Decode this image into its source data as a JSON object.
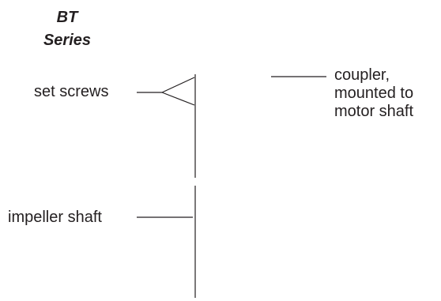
{
  "title": {
    "line1": "BT",
    "line2": "Series"
  },
  "labels": {
    "set_screws": "set screws",
    "coupler": {
      "line1": "coupler,",
      "line2": "mounted to",
      "line3": "motor shaft"
    },
    "impeller_shaft": "impeller shaft"
  },
  "colors": {
    "ink": "#231f20",
    "background": "#ffffff"
  }
}
